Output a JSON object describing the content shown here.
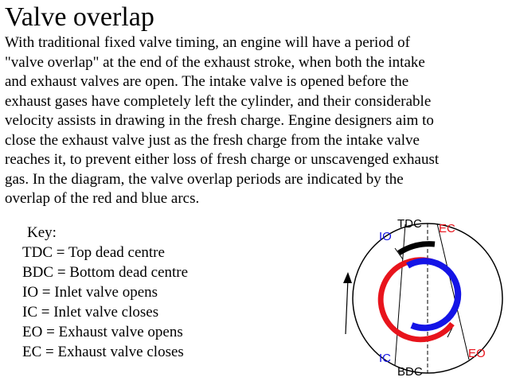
{
  "title": "Valve overlap",
  "paragraph_lines": [
    "With traditional fixed valve timing, an engine will have a period of",
    "\"valve overlap\" at the end of the exhaust stroke, when both the intake",
    "and exhaust valves are open. The intake valve is opened before the",
    "exhaust gases have completely left the cylinder, and their considerable",
    "velocity assists in drawing in the fresh charge. Engine designers aim to",
    "close the exhaust valve just as the fresh charge from the intake valve",
    "reaches it, to prevent either loss of fresh charge or unscavenged exhaust",
    "gas. In the diagram, the valve overlap periods are indicated by the",
    "overlap of the red and blue arcs."
  ],
  "key": {
    "heading": "Key:",
    "items": [
      "TDC = Top dead centre",
      "BDC = Bottom dead centre",
      "IO = Inlet valve opens",
      "IC = Inlet valve closes",
      "EO = Exhaust valve opens",
      "EC = Exhaust valve closes"
    ]
  },
  "diagram": {
    "labels": {
      "tdc": "TDC",
      "bdc": "BDC",
      "io": "IO",
      "ic": "IC",
      "ec": "EC",
      "eo": "EO"
    },
    "colors": {
      "inlet_arc": "#e8141c",
      "exhaust_arc": "#1414e6",
      "overlap_marker": "#000000",
      "io_label": "#1414e6",
      "ec_label": "#e8141c",
      "eo_label": "#e8141c",
      "ic_label": "#1414e6",
      "text": "#000000"
    }
  }
}
